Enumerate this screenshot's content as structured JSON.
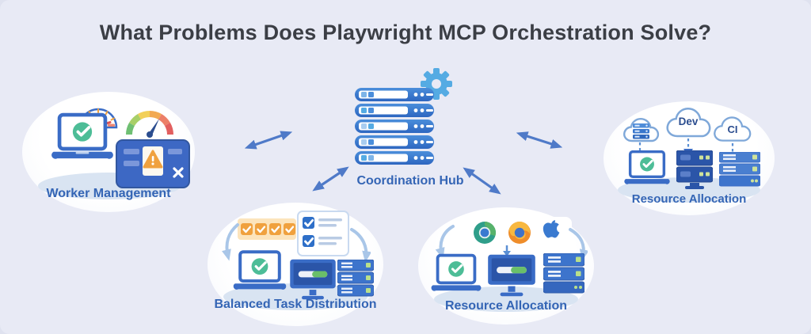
{
  "title": "What Problems Does Playwright MCP Orchestration Solve?",
  "hub": {
    "label": "Coordination Hub",
    "icon": "server-rack-icon",
    "badge_icon": "gear-icon",
    "server_rows": 5
  },
  "clusters": {
    "worker_management": {
      "label": "Worker Management",
      "icons": [
        "laptop-check-icon",
        "speedometer-icon",
        "gauge-icon",
        "alert-panel-icon"
      ]
    },
    "resource_allocation_top": {
      "label": "Resource Allocation",
      "clouds": [
        {
          "label": "",
          "icon": "cloud-server-icon"
        },
        {
          "label": "Dev",
          "icon": "cloud-icon"
        },
        {
          "label": "CI",
          "icon": "cloud-icon"
        }
      ],
      "icons": [
        "laptop-check-icon",
        "server-tower-icon",
        "server-stack-icon"
      ]
    },
    "balanced_task_distribution": {
      "label": "Balanced Task Distribution",
      "icons": [
        "task-checkboxes-icon",
        "checklist-icon",
        "laptop-check-icon",
        "monitor-progress-icon",
        "server-stack-icon"
      ]
    },
    "resource_allocation_bottom": {
      "label": "Resource Allocation",
      "icons": [
        "chrome-icon",
        "firefox-icon",
        "apple-icon",
        "laptop-check-icon",
        "monitor-progress-icon",
        "server-stack-icon"
      ]
    }
  },
  "colors": {
    "background": "#e8eaf5",
    "title": "#3b3e45",
    "label": "#3465b5",
    "arrow": "#4f7ac8",
    "server_blue": "#2f7ad0",
    "gear_blue": "#55abe3",
    "check_green": "#4dbd97",
    "warning_orange": "#f0a13e",
    "cloud_outline": "#7fa8d9"
  }
}
